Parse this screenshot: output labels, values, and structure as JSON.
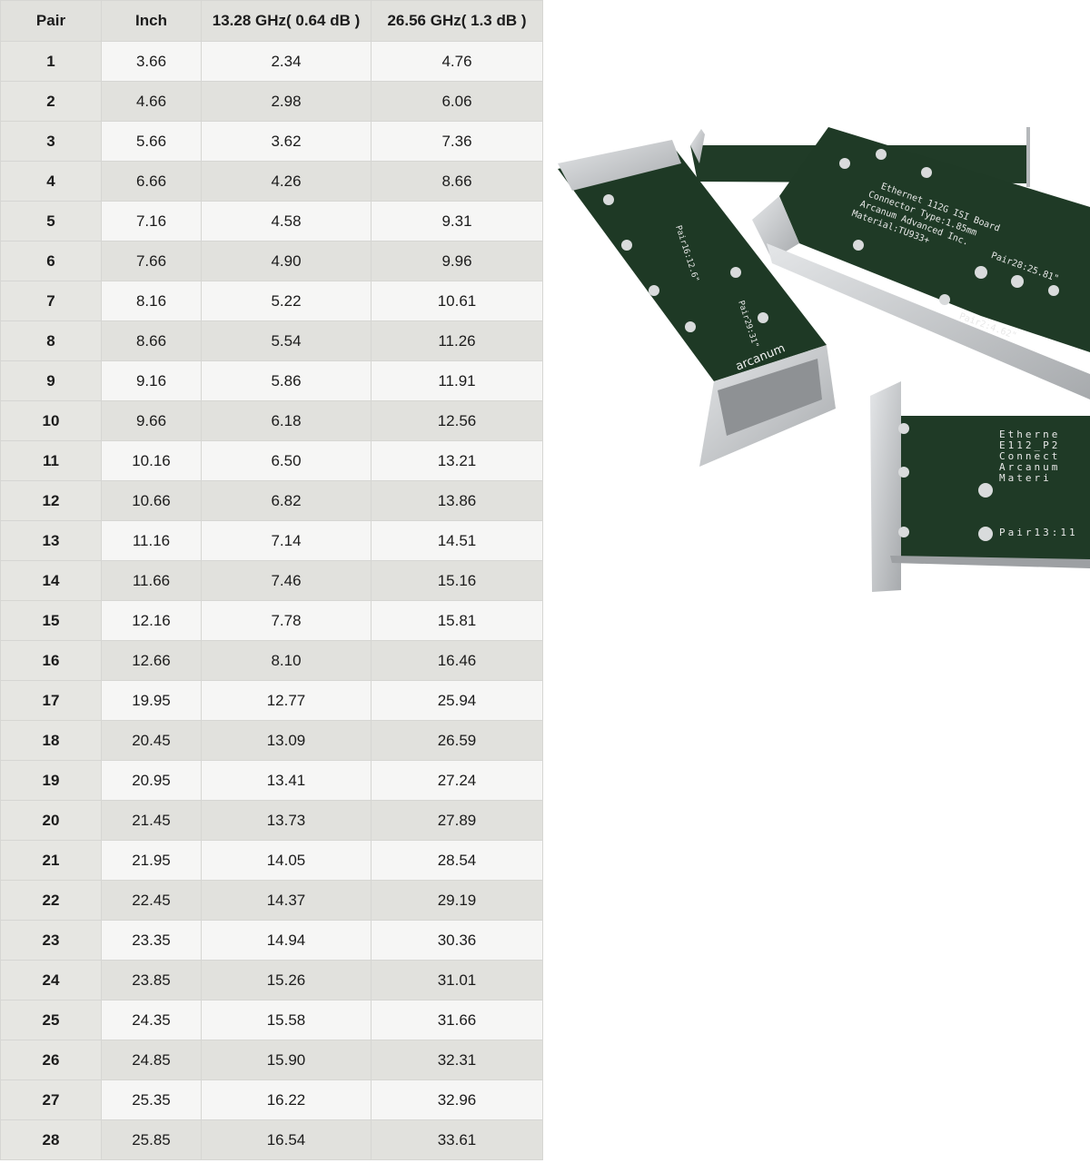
{
  "table": {
    "headers": [
      "Pair",
      "Inch",
      "13.28 GHz( 0.64 dB )",
      "26.56 GHz( 1.3 dB )"
    ],
    "rows": [
      [
        "1",
        "3.66",
        "2.34",
        "4.76"
      ],
      [
        "2",
        "4.66",
        "2.98",
        "6.06"
      ],
      [
        "3",
        "5.66",
        "3.62",
        "7.36"
      ],
      [
        "4",
        "6.66",
        "4.26",
        "8.66"
      ],
      [
        "5",
        "7.16",
        "4.58",
        "9.31"
      ],
      [
        "6",
        "7.66",
        "4.90",
        "9.96"
      ],
      [
        "7",
        "8.16",
        "5.22",
        "10.61"
      ],
      [
        "8",
        "8.66",
        "5.54",
        "11.26"
      ],
      [
        "9",
        "9.16",
        "5.86",
        "11.91"
      ],
      [
        "10",
        "9.66",
        "6.18",
        "12.56"
      ],
      [
        "11",
        "10.16",
        "6.50",
        "13.21"
      ],
      [
        "12",
        "10.66",
        "6.82",
        "13.86"
      ],
      [
        "13",
        "11.16",
        "7.14",
        "14.51"
      ],
      [
        "14",
        "11.66",
        "7.46",
        "15.16"
      ],
      [
        "15",
        "12.16",
        "7.78",
        "15.81"
      ],
      [
        "16",
        "12.66",
        "8.10",
        "16.46"
      ],
      [
        "17",
        "19.95",
        "12.77",
        "25.94"
      ],
      [
        "18",
        "20.45",
        "13.09",
        "26.59"
      ],
      [
        "19",
        "20.95",
        "13.41",
        "27.24"
      ],
      [
        "20",
        "21.45",
        "13.73",
        "27.89"
      ],
      [
        "21",
        "21.95",
        "14.05",
        "28.54"
      ],
      [
        "22",
        "22.45",
        "14.37",
        "29.19"
      ],
      [
        "23",
        "23.35",
        "14.94",
        "30.36"
      ],
      [
        "24",
        "23.85",
        "15.26",
        "31.01"
      ],
      [
        "25",
        "24.35",
        "15.58",
        "31.66"
      ],
      [
        "26",
        "24.85",
        "15.90",
        "32.31"
      ],
      [
        "27",
        "25.35",
        "16.22",
        "32.96"
      ],
      [
        "28",
        "25.85",
        "16.54",
        "33.61"
      ]
    ]
  },
  "photo": {
    "board1_text": "Ethernet 112G ISI Board",
    "board1_connector": "Connector Type:1.85mm",
    "board1_maker": "Arcanum Advanced Inc.",
    "board1_material": "Material:TU933+",
    "board1_pair_label": "Pair28:25.81\"",
    "board1_pair2": "Pair2:4.62\"",
    "board2_pair_label": "Pair16:12.6\"",
    "board2_pair_label_b": "Pair29:31\"",
    "board3_title": "Etherne",
    "board3_model": "E112_P2",
    "board3_connector": "Connect",
    "board3_maker": "Arcanum",
    "board3_material": "Materi",
    "board3_pair_label": "Pair13:11",
    "brand": "arcanum",
    "colors": {
      "pcb": "#1f3a26",
      "bracket": "#c9cbcd"
    }
  }
}
